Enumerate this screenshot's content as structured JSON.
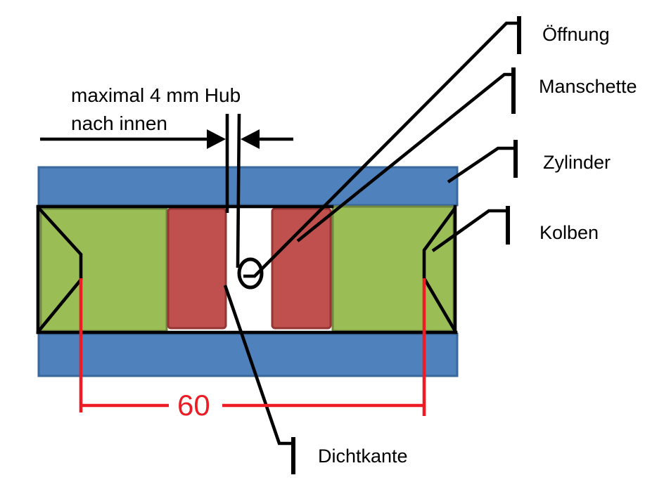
{
  "diagram": {
    "title_none": "",
    "annotations": {
      "hub_note_line1": "maximal 4 mm Hub",
      "hub_note_line2": "nach innen",
      "dimension_value": "60"
    },
    "labels": {
      "oeffnung": "Öffnung",
      "manschette": "Manschette",
      "zylinder": "Zylinder",
      "kolben": "Kolben",
      "dichtkante": "Dichtkante"
    },
    "colors": {
      "cylinder_fill": "#4F81BD",
      "cylinder_border": "#3A679C",
      "piston_fill": "#9BBD55",
      "piston_border": "#71893F",
      "sleeve_fill": "#C0504D",
      "sleeve_border": "#943634",
      "dimension_red": "#ED1C24",
      "line_black": "#000000",
      "background": "#FFFFFF"
    }
  }
}
